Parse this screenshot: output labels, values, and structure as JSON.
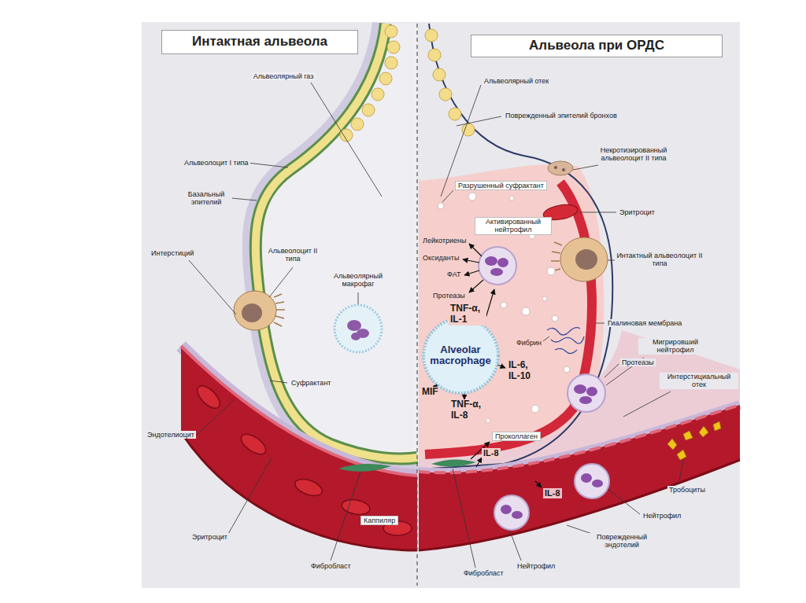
{
  "diagram": {
    "nodes": [
      {
        "text": [
          "Интактная альвеола"
        ]
      },
      {
        "text": [
          "Альвеола при ОРДС"
        ]
      },
      {
        "text": [
          "Alveolar macrophage"
        ]
      }
    ],
    "labels": [
      "Альвеолярный газ",
      "Альвеолоцит I типа",
      "Базальный эпителий",
      "Интерстиций",
      "Альвеолоцит II типа",
      "Альвеолярный макрофаг",
      "Суфрактант",
      "Эндотелиоцит",
      "Эритроцит",
      "Каппиляр",
      "Фибробласт",
      "Альвеолярный отек",
      "Поврежденный эпителий бронхов",
      "Некротизированный альвеолоцит II типа",
      "Разрушенный суфрактант",
      "Эритроцит",
      "Активированный нейтрофил",
      "Лейкотриены",
      "Оксиданты",
      "ФАТ",
      "Протеазы",
      "Интактный альвеолоцит II типа",
      "TNF-α, IL-1",
      "Гиалиновая мембрана",
      "Фибрин",
      "Мигрировший нейтрофил",
      "Протеазы",
      "IL-6, IL-10",
      "Интерстициальный отек",
      "MIF",
      "TNF-α, IL-8",
      "Проколлаген",
      "IL-8",
      "IL-8",
      "Тробоциты",
      "Нейтрофил",
      "Поврежденный эндотелий",
      "Фибробласт",
      "Нейтрофил"
    ]
  }
}
